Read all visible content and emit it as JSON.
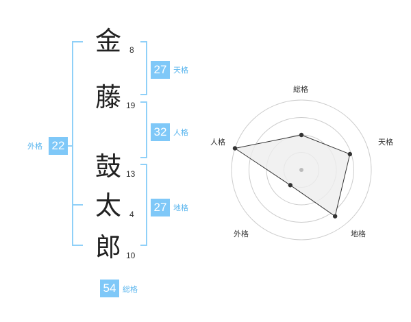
{
  "name": {
    "characters": [
      {
        "char": "金",
        "strokes": "8"
      },
      {
        "char": "藤",
        "strokes": "19"
      },
      {
        "char": "鼓",
        "strokes": "13"
      },
      {
        "char": "太",
        "strokes": "4"
      },
      {
        "char": "郎",
        "strokes": "10"
      }
    ]
  },
  "fortune": {
    "tenkaku": {
      "value": "27",
      "label": "天格"
    },
    "jinkaku": {
      "value": "32",
      "label": "人格"
    },
    "chikaku": {
      "value": "27",
      "label": "地格"
    },
    "gaikaku": {
      "value": "22",
      "label": "外格"
    },
    "soukaku": {
      "value": "54",
      "label": "総格"
    }
  },
  "radar": {
    "axes": [
      "総格",
      "天格",
      "地格",
      "外格",
      "人格"
    ],
    "levels": 4,
    "values": [
      0.5,
      0.73,
      0.82,
      0.27,
      1.0
    ]
  },
  "colors": {
    "accent": "#7fc8f8",
    "accent_text": "#5bb6ee",
    "bracket": "#8fd0f8",
    "grid": "#cccccc",
    "polygon_fill": "#eeeeee",
    "polygon_stroke": "#333333"
  }
}
